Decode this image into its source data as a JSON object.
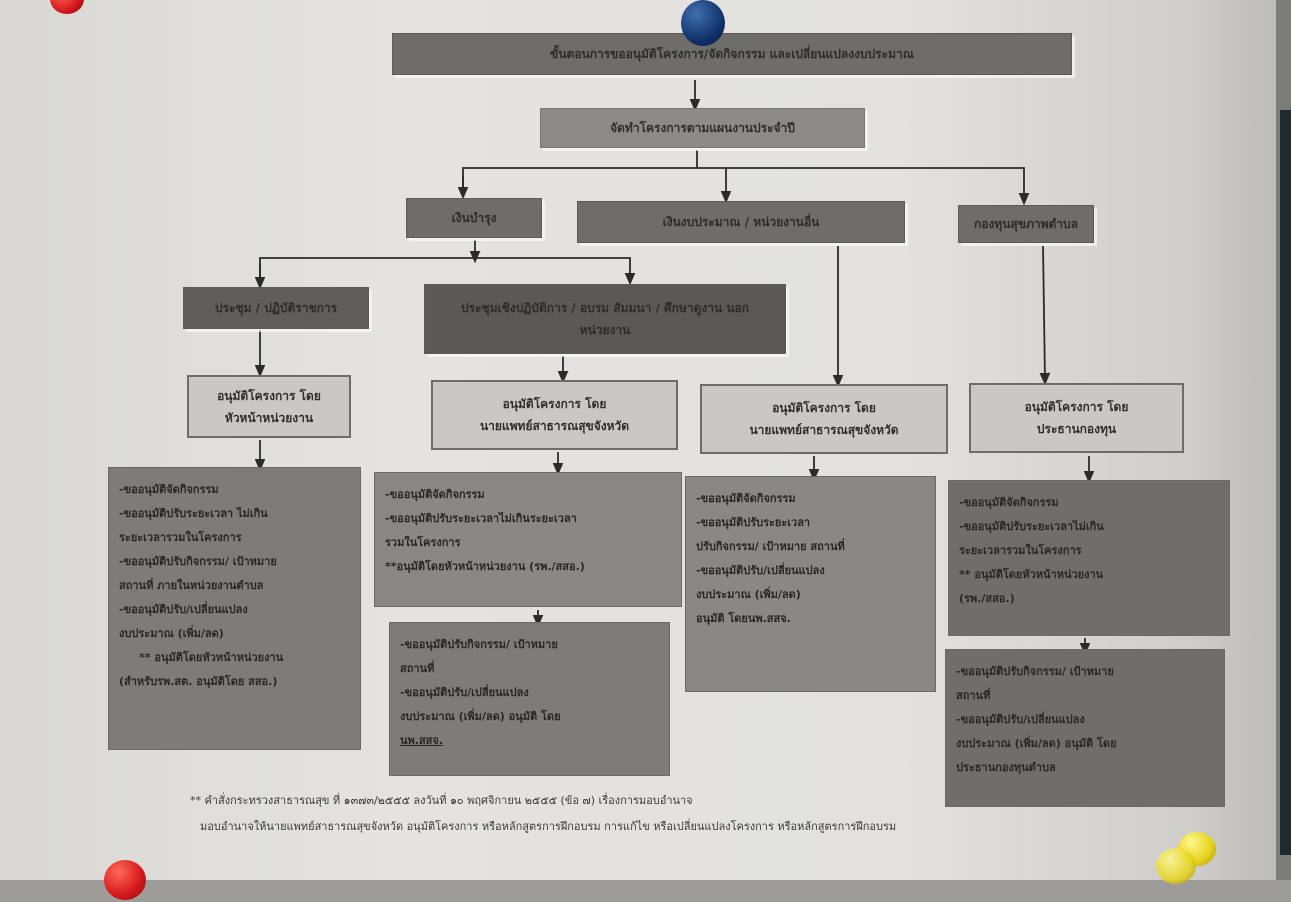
{
  "top": {
    "title": "ขั้นตอนการขออนุมัติโครงการ/จัดกิจกรรม และเปลี่ยนแปลงงบประมาณ",
    "plan": "จัดทำโครงการตามแผนงานประจำปี"
  },
  "funds": {
    "budget": "เงินบำรุง",
    "nonbudget": "เงินงบประมาณ / หน่วยงานอื่น",
    "fundcommittee": "กองทุนสุขภาพตำบล"
  },
  "subfunds": {
    "meeting": "ประชุม / ปฏิบัติราชการ",
    "training": "ประชุมเชิงปฏิบัติการ / อบรม สัมมนา / ศึกษาดูงาน นอกหน่วยงาน"
  },
  "approvers": {
    "a1": [
      "อนุมัติโครงการ โดย",
      "หัวหน้าหน่วยงาน"
    ],
    "a2": [
      "อนุมัติโครงการ โดย",
      "นายแพทย์สาธารณสุขจังหวัด"
    ],
    "a3": [
      "อนุมัติโครงการ โดย",
      "นายแพทย์สาธารณสุขจังหวัด"
    ],
    "a4": [
      "อนุมัติโครงการ โดย",
      "ประธานกองทุน"
    ]
  },
  "panels": {
    "p1": [
      "-ขออนุมัติจัดกิจกรรม",
      "-ขออนุมัติปรับระยะเวลา ไม่เกิน",
      "ระยะเวลารวมในโครงการ",
      "-ขออนุมัติปรับกิจกรรม/ เป้าหมาย",
      "สถานที่ ภายในหน่วยงานตำบล",
      "-ขออนุมัติปรับ/เปลี่ยนแปลง",
      "งบประมาณ (เพิ่ม/ลด)",
      "** อนุมัติโดยหัวหน้าหน่วยงาน",
      "(สำหรับรพ.สต. อนุมัติโดย สสอ.)"
    ],
    "p2": [
      "-ขออนุมัติจัดกิจกรรม",
      "-ขออนุมัติปรับระยะเวลาไม่เกินระยะเวลา",
      "รวมในโครงการ",
      "**อนุมัติโดยหัวหน้าหน่วยงาน (รพ./สสอ.)"
    ],
    "p3": [
      "-ขออนุมัติปรับกิจกรรม/ เป้าหมาย",
      "สถานที่",
      "-ขออนุมัติปรับ/เปลี่ยนแปลง",
      "งบประมาณ (เพิ่ม/ลด) อนุมัติ โดย",
      "นพ.สสจ."
    ],
    "p4": [
      "-ขออนุมัติจัดกิจกรรม",
      "-ขออนุมัติปรับระยะเวลา",
      "ปรับกิจกรรม/ เป้าหมาย สถานที่",
      "-ขออนุมัติปรับ/เปลี่ยนแปลง",
      "งบประมาณ (เพิ่ม/ลด)",
      "อนุมัติ โดยนพ.สสจ."
    ],
    "p5": [
      "-ขออนุมัติจัดกิจกรรม",
      "-ขออนุมัติปรับระยะเวลาไม่เกิน",
      "ระยะเวลารวมในโครงการ",
      "** อนุมัติโดยหัวหน้าหน่วยงาน",
      "(รพ./สสอ.)"
    ],
    "p6": [
      "-ขออนุมัติปรับกิจกรรม/ เป้าหมาย",
      "สถานที่",
      "-ขออนุมัติปรับ/เปลี่ยนแปลง",
      "งบประมาณ (เพิ่ม/ลด) อนุมัติ โดย",
      "ประธานกองทุนตำบล"
    ]
  },
  "footnote": {
    "line1": "** คำสั่งกระทรวงสาธารณสุข ที่ ๑๓๗๓/๒๕๕๕ ลงวันที่ ๑๐ พฤศจิกายน ๒๕๕๕ (ข้อ ๗) เรื่องการมอบอำนาจ",
    "line2": "มอบอำนาจให้นายแพทย์สาธารณสุขจังหวัด อนุมัติโครงการ หรือหลักสูตรการฝึกอบรม การแก้ไข หรือเปลี่ยนแปลงโครงการ หรือหลักสูตรการฝึกอบรม"
  },
  "colors": {
    "board": "#e2e1dd",
    "box_dark": "#6e6d69",
    "box_light": "#c9c8c4",
    "panel": "#7d7c78",
    "pin_blue": "#1a3f80",
    "pin_red": "#d4171b",
    "pin_yellow": "#e6d31b"
  }
}
